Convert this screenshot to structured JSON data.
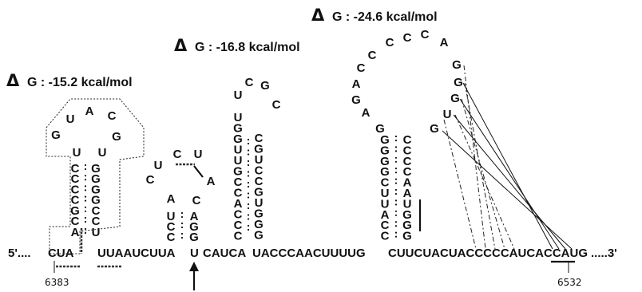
{
  "energies": [
    {
      "delta": "Δ",
      "label": "G : -15.2 kcal/mol"
    },
    {
      "delta": "Δ",
      "label": "G : -16.8 kcal/mol"
    },
    {
      "delta": "Δ",
      "label": "G : -24.6 kcal/mol"
    }
  ],
  "sequence": {
    "five_prime": "5'....",
    "seg1": "CUA",
    "seg2": "UUAAUCUUA",
    "seg3": "U",
    "seg4": "CAUCA",
    "seg5": "UACCCAACUUUUG",
    "seg6": "CUUCUACUACCCCCAUCACCAUG",
    "three_prime": ".....3'"
  },
  "positions": {
    "left": "6383",
    "right": "6532"
  },
  "hairpin1": {
    "left_stem": [
      "C",
      "C",
      "C",
      "C",
      "G",
      "C"
    ],
    "right_stem": [
      "G",
      "G",
      "G",
      "G",
      "C",
      "C"
    ],
    "base_left": "A",
    "base_right": "U",
    "loop": [
      "G",
      "U",
      "A",
      "C",
      "G",
      "U",
      "U"
    ]
  },
  "hairpin2": {
    "left_stem": [
      "U",
      "C",
      "C"
    ],
    "right_stem": [
      "A",
      "G",
      "G"
    ],
    "loop": [
      "A",
      "C",
      "U",
      "C",
      "U",
      "A",
      "C"
    ]
  },
  "hairpin3": {
    "left_stem": [
      "U",
      "G",
      "G",
      "U",
      "U",
      "G",
      "C",
      "C",
      "A",
      "C",
      "C",
      "C"
    ],
    "right_stem": [
      "C",
      "G",
      "U",
      "C",
      "C",
      "G",
      "U",
      "G",
      "G",
      "G"
    ],
    "loop": [
      "U",
      "C",
      "G",
      "C"
    ]
  },
  "hairpin4": {
    "left_stem": [
      "G",
      "G",
      "G",
      "G",
      "C",
      "U",
      "U",
      "A",
      "C",
      "C"
    ],
    "right_stem": [
      "C",
      "C",
      "C",
      "C",
      "A",
      "A",
      "U",
      "G",
      "G",
      "G"
    ],
    "loop_left": [
      "G",
      "A",
      "G",
      "A",
      "C",
      "C",
      "C"
    ],
    "loop_top": [
      "C",
      "C",
      "A"
    ],
    "loop_right": [
      "G",
      "G",
      "G",
      "U",
      "G"
    ]
  }
}
